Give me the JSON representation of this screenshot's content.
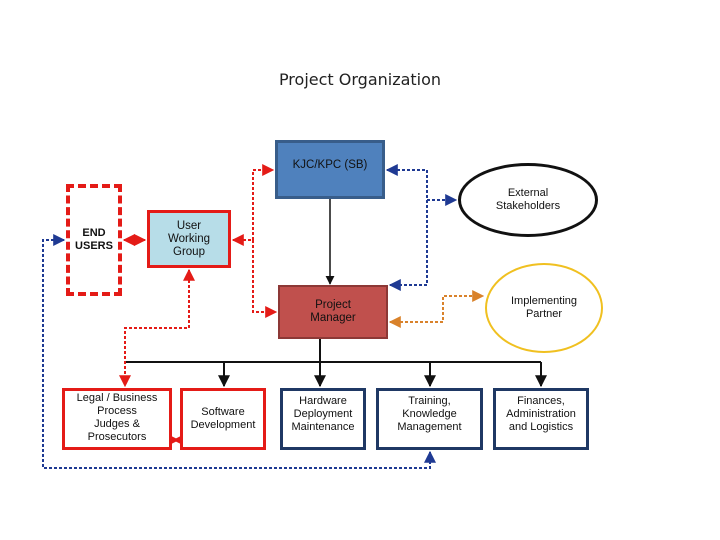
{
  "diagram": {
    "title": "Project Organization",
    "nodes": {
      "kjc": "KJC/KPC (SB)",
      "project_manager": "Project\nManager",
      "user_working_group": "User\nWorking\nGroup",
      "end_users": "END\nUSERS",
      "external_stakeholders": "External\nStakeholders",
      "implementing_partner": "Implementing\nPartner",
      "legal": "Legal / Business\nProcess\nJudges &\nProsecutors",
      "software": "Software\nDevelopment",
      "hardware": "Hardware\nDeployment\nMaintenance",
      "training": "Training,\nKnowledge\nManagement",
      "finances": "Finances,\nAdministration\nand Logistics"
    },
    "colors": {
      "blue_box": "#4f81bd",
      "red_box": "#c0504d",
      "light_blue_box": "#b7dde8",
      "red_border": "#e41b17",
      "navy_border": "#1f3864",
      "navy_dotted": "#1f3a93",
      "orange_dotted": "#d9822b",
      "yellow_border": "#f0c020"
    }
  }
}
